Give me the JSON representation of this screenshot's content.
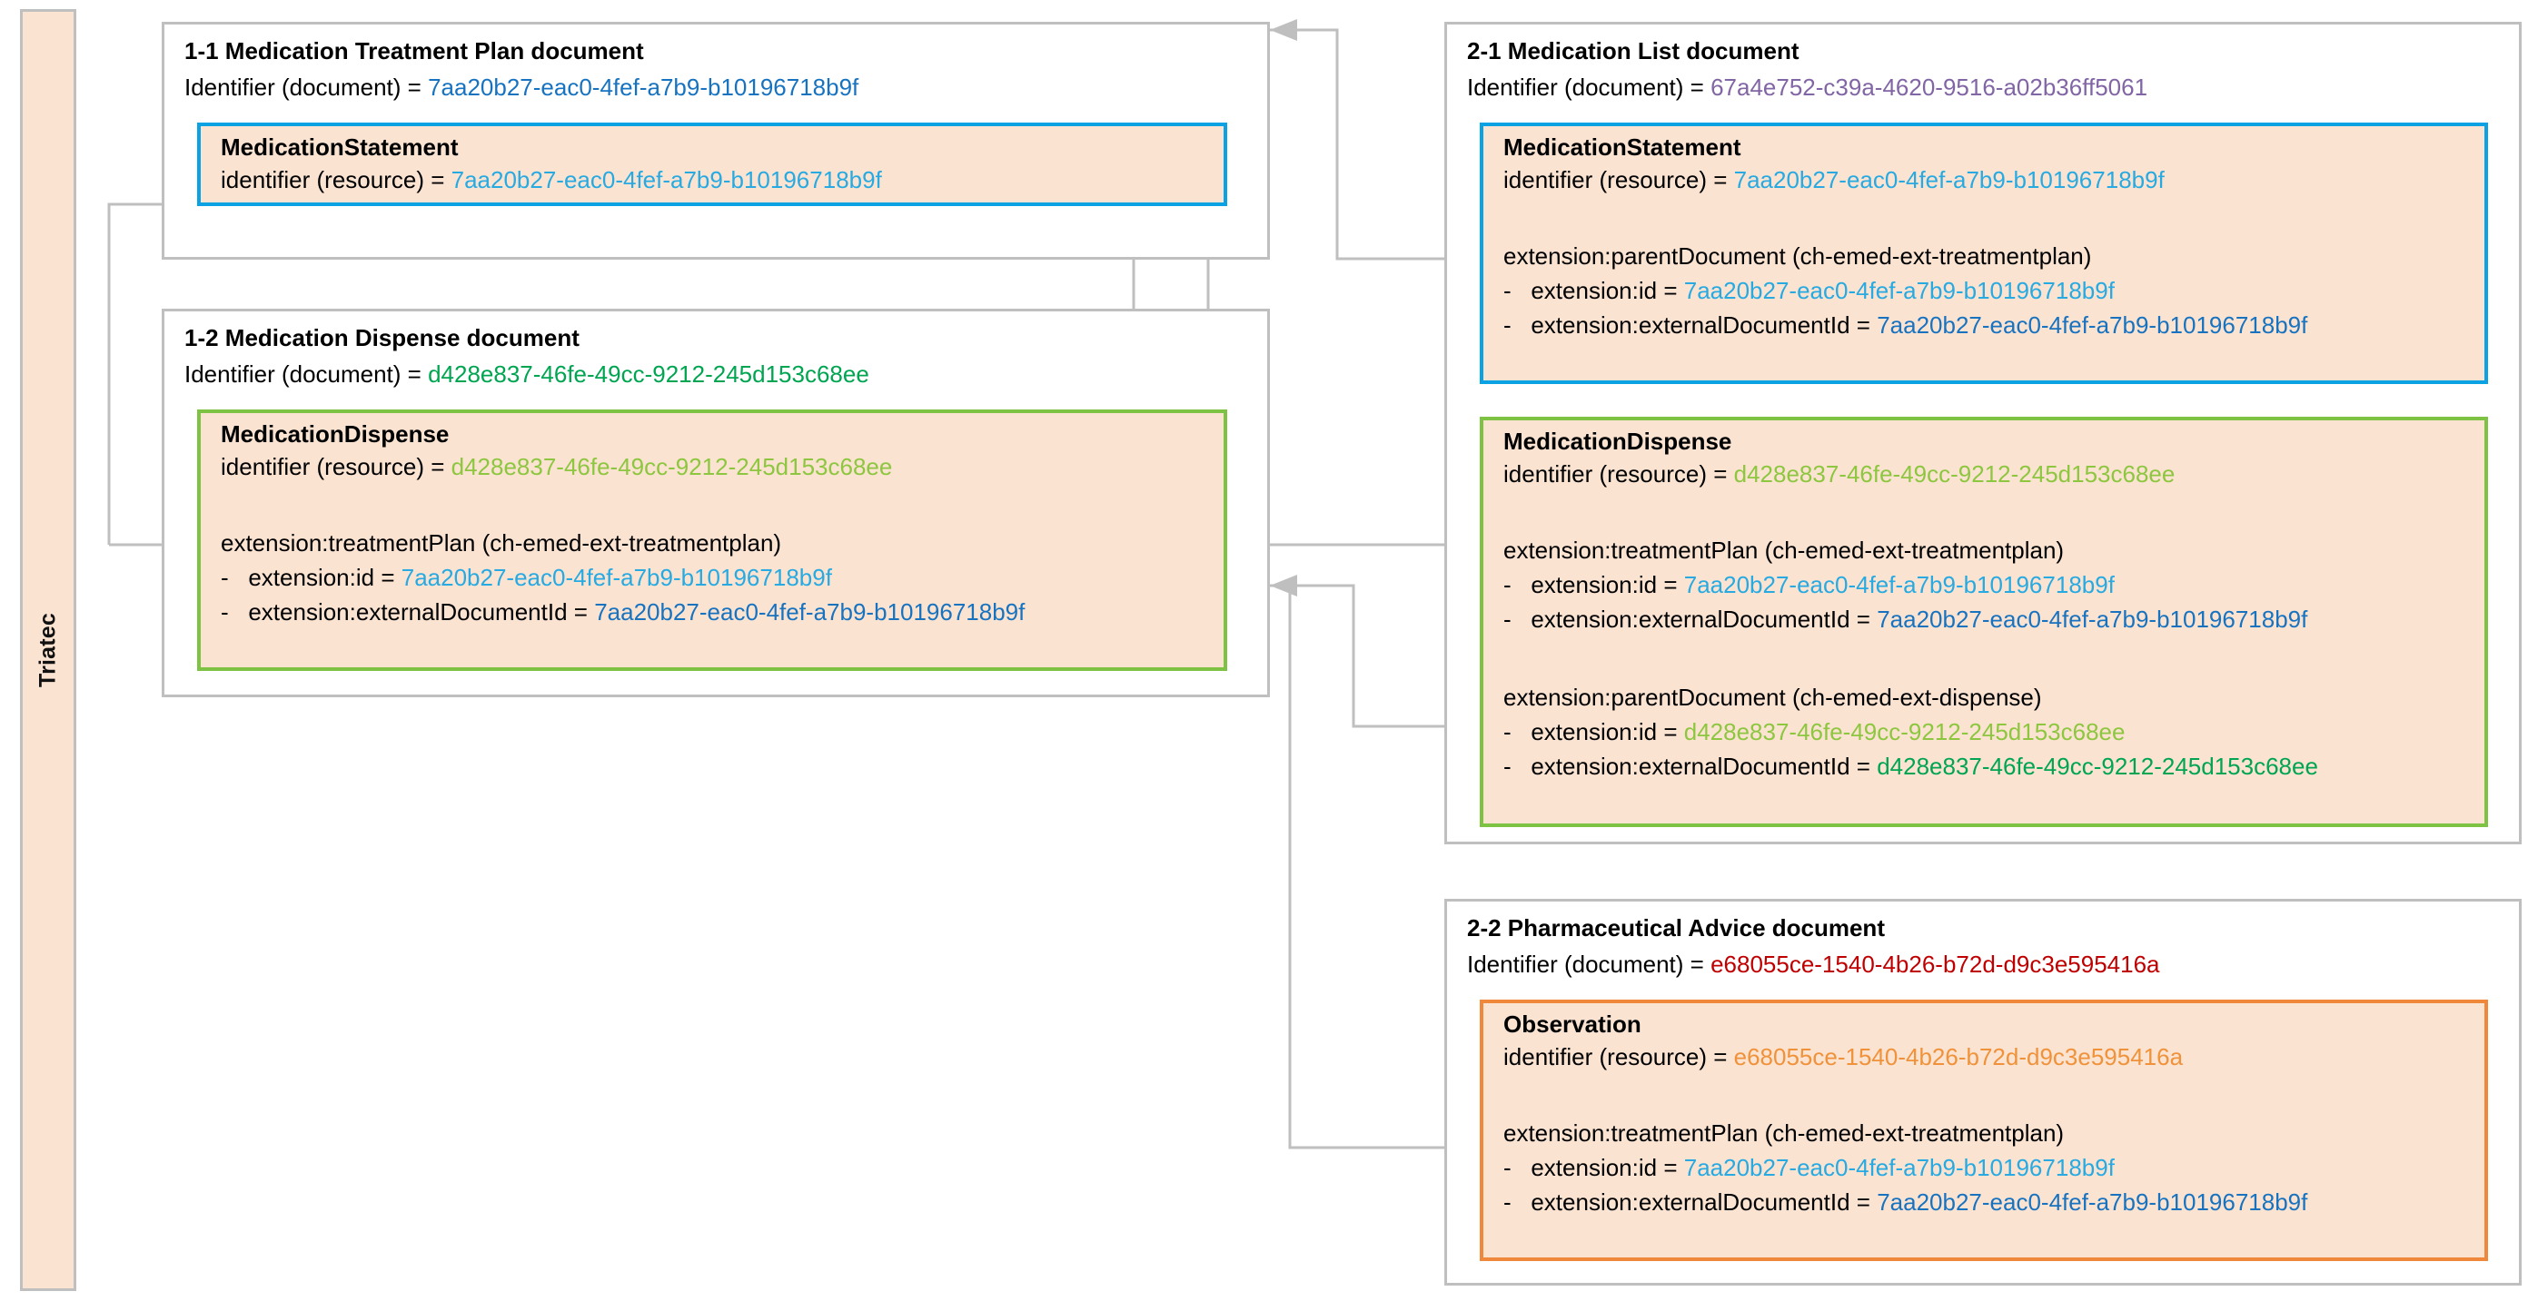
{
  "ids": {
    "treatmentplan_uuid": "7aa20b27-eac0-4fef-a7b9-b10196718b9f",
    "dispense_uuid": "d428e837-46fe-49cc-9212-245d153c68ee",
    "medlist_uuid": "67a4e752-c39a-4620-9516-a02b36ff5061",
    "pharmadvice_uuid": "e68055ce-1540-4b26-b72d-d9c3e595416a"
  },
  "colors": {
    "document_blue": "#1773C0",
    "resource_blue": "#27AAE1",
    "document_green": "#00A551",
    "resource_green": "#8DC63F",
    "document_purple": "#8165A4",
    "document_red": "#C00000",
    "resource_orange": "#F0923A",
    "card_fill": "#FBE3D2",
    "frame_border": "#BFBFBF",
    "connector": "#BFBFBF"
  },
  "sideband": {
    "label": "Triatec"
  },
  "labels": {
    "identifier_document": "Identifier (document) = ",
    "identifier_resource": "identifier (resource) = ",
    "extension_id": "extension:id = ",
    "extension_externaldocid": "extension:externalDocumentId = ",
    "dash": "-"
  },
  "documents": [
    {
      "key": "doc_1_1",
      "title": "1-1 Medication Treatment Plan document",
      "identifier_label": "Identifier (document) = ",
      "identifier_value": "7aa20b27-eac0-4fef-a7b9-b10196718b9f",
      "resources": [
        {
          "key": "res_1_1_medstatement",
          "name": "MedicationStatement",
          "identifier_label": "identifier (resource) = ",
          "identifier_value": "7aa20b27-eac0-4fef-a7b9-b10196718b9f",
          "extensions": []
        }
      ]
    },
    {
      "key": "doc_1_2",
      "title": "1-2 Medication Dispense document",
      "identifier_label": "Identifier (document) = ",
      "identifier_value": "d428e837-46fe-49cc-9212-245d153c68ee",
      "resources": [
        {
          "key": "res_1_2_meddispense",
          "name": "MedicationDispense",
          "identifier_label": "identifier (resource) = ",
          "identifier_value": "d428e837-46fe-49cc-9212-245d153c68ee",
          "extensions": [
            {
              "header": "extension:treatmentPlan (ch-emed-ext-treatmentplan)",
              "id_label": "extension:id = ",
              "id_value": "7aa20b27-eac0-4fef-a7b9-b10196718b9f",
              "extdoc_label": "extension:externalDocumentId = ",
              "extdoc_value": "7aa20b27-eac0-4fef-a7b9-b10196718b9f"
            }
          ]
        }
      ]
    },
    {
      "key": "doc_2_1",
      "title": "2-1 Medication List document",
      "identifier_label": "Identifier (document) = ",
      "identifier_value": "67a4e752-c39a-4620-9516-a02b36ff5061",
      "resources": [
        {
          "key": "res_2_1_medstatement",
          "name": "MedicationStatement",
          "identifier_label": "identifier (resource) = ",
          "identifier_value": "7aa20b27-eac0-4fef-a7b9-b10196718b9f",
          "extensions": [
            {
              "header": "extension:parentDocument (ch-emed-ext-treatmentplan)",
              "id_label": "extension:id = ",
              "id_value": "7aa20b27-eac0-4fef-a7b9-b10196718b9f",
              "extdoc_label": "extension:externalDocumentId = ",
              "extdoc_value": "7aa20b27-eac0-4fef-a7b9-b10196718b9f"
            }
          ]
        },
        {
          "key": "res_2_1_meddispense",
          "name": "MedicationDispense",
          "identifier_label": "identifier (resource) = ",
          "identifier_value": "d428e837-46fe-49cc-9212-245d153c68ee",
          "extensions": [
            {
              "header": "extension:treatmentPlan (ch-emed-ext-treatmentplan)",
              "id_label": "extension:id = ",
              "id_value": "7aa20b27-eac0-4fef-a7b9-b10196718b9f",
              "extdoc_label": "extension:externalDocumentId = ",
              "extdoc_value": "7aa20b27-eac0-4fef-a7b9-b10196718b9f"
            },
            {
              "header": "extension:parentDocument (ch-emed-ext-dispense)",
              "id_label": "extension:id = ",
              "id_value": "d428e837-46fe-49cc-9212-245d153c68ee",
              "extdoc_label": "extension:externalDocumentId = ",
              "extdoc_value": "d428e837-46fe-49cc-9212-245d153c68ee"
            }
          ]
        }
      ]
    },
    {
      "key": "doc_2_2",
      "title": "2-2 Pharmaceutical Advice document",
      "identifier_label": "Identifier (document) = ",
      "identifier_value": "e68055ce-1540-4b26-b72d-d9c3e595416a",
      "resources": [
        {
          "key": "res_2_2_observation",
          "name": "Observation",
          "identifier_label": "identifier (resource) = ",
          "identifier_value": "e68055ce-1540-4b26-b72d-d9c3e595416a",
          "extensions": [
            {
              "header": "extension:treatmentPlan (ch-emed-ext-treatmentplan)",
              "id_label": "extension:id = ",
              "id_value": "7aa20b27-eac0-4fef-a7b9-b10196718b9f",
              "extdoc_label": "extension:externalDocumentId = ",
              "extdoc_value": "7aa20b27-eac0-4fef-a7b9-b10196718b9f"
            }
          ]
        }
      ]
    }
  ]
}
